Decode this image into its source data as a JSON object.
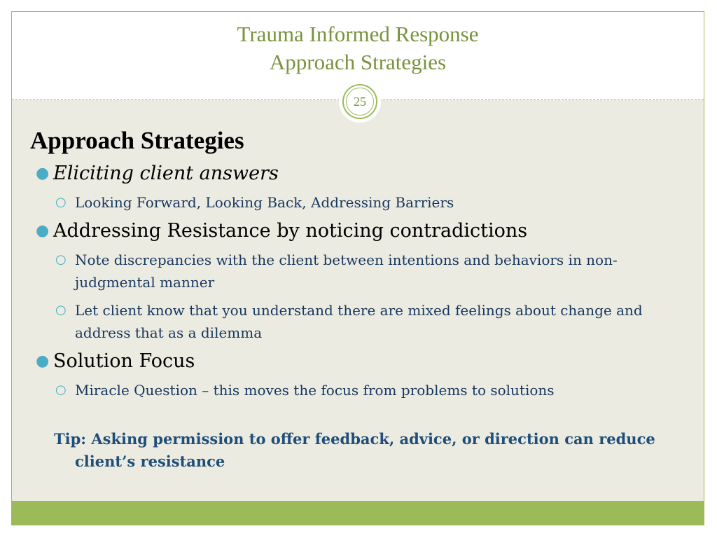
{
  "title": {
    "line1": "Trauma Informed Response",
    "line2": "Approach Strategies"
  },
  "slide_number": "25",
  "heading": "Approach Strategies",
  "bullets": [
    {
      "text": "Eliciting client answers",
      "italic": true,
      "sub": [
        "Looking Forward, Looking Back, Addressing Barriers"
      ]
    },
    {
      "text": "Addressing Resistance by noticing contradictions",
      "italic": false,
      "sub": [
        "Note discrepancies with the client between intentions and behaviors in non-judgmental manner",
        "Let client know that you understand there are mixed feelings about change and address that as a dilemma"
      ]
    },
    {
      "text": "Solution Focus",
      "italic": false,
      "sub": [
        "Miracle Question – this moves the focus from problems to solutions"
      ]
    }
  ],
  "tip": "Tip:  Asking permission to offer feedback, advice, or direction can reduce client’s resistance",
  "colors": {
    "accent_green": "#9bbb59",
    "title_green": "#77933c",
    "bullet_blue": "#4bacc6",
    "sub_text": "#17375e",
    "content_bg": "#ecebe1"
  }
}
